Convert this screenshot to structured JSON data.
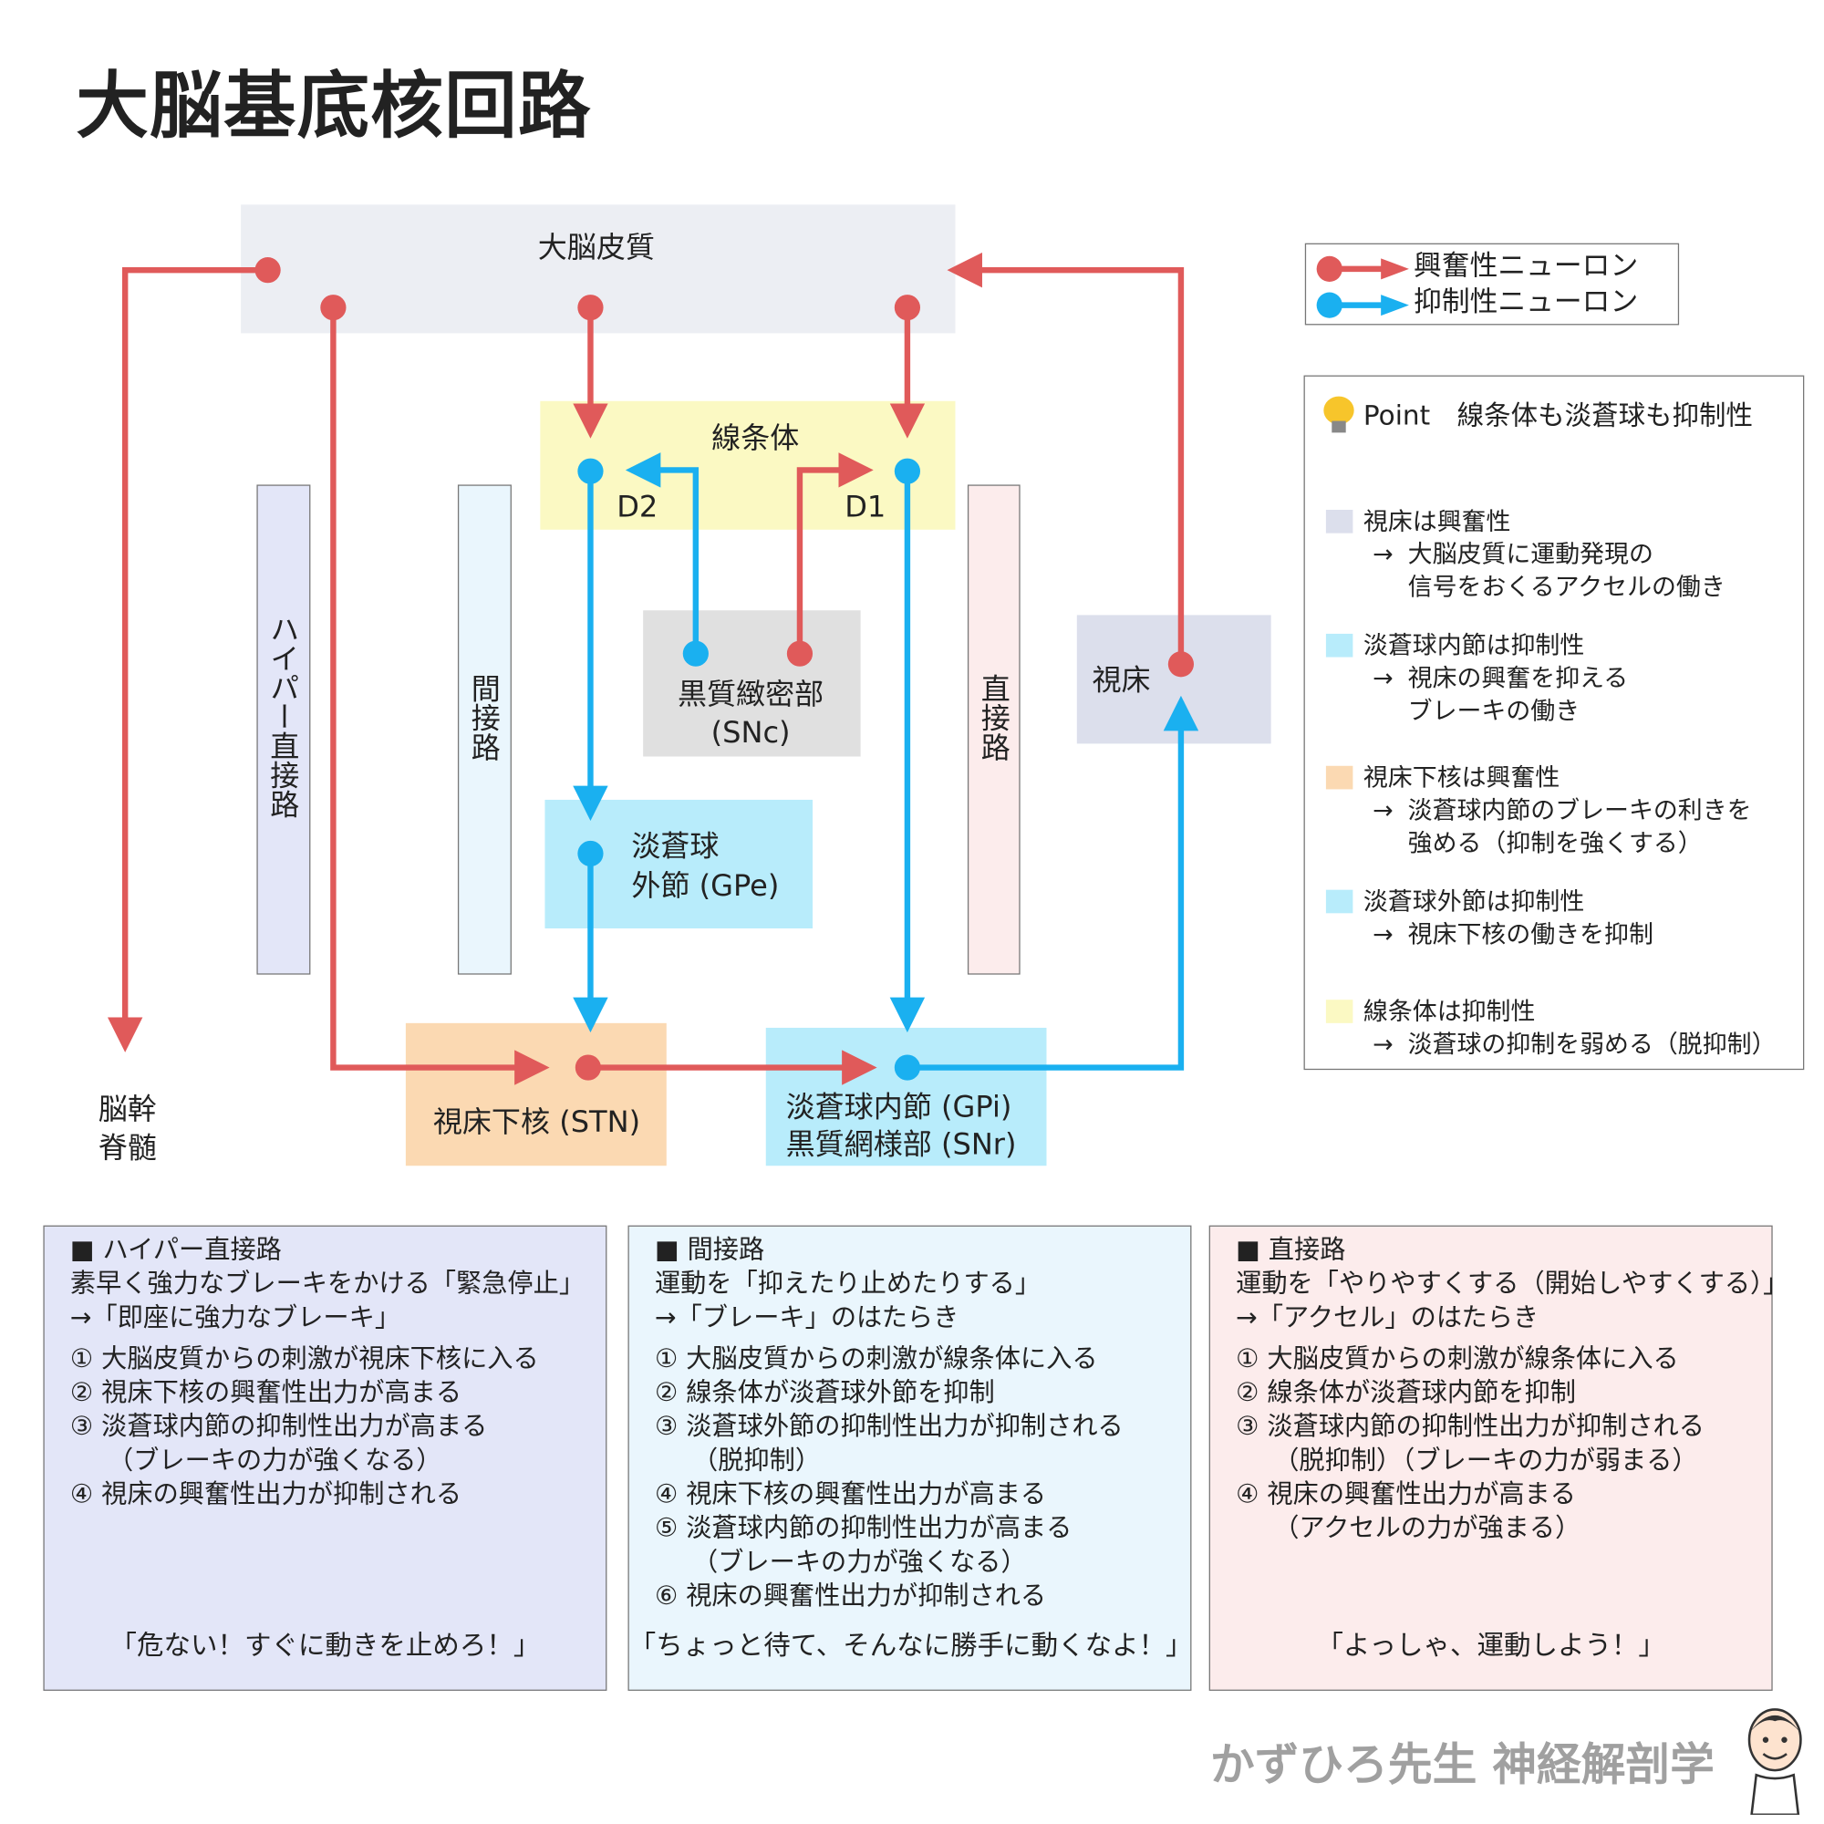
{
  "title": "大脳基底核回路",
  "diagram": {
    "cortex": "大脳皮質",
    "striatum": "線条体",
    "d2": "D2",
    "d1": "D1",
    "snc_line1": "黒質緻密部",
    "snc_line2": "(SNc)",
    "gpe_line1": "淡蒼球",
    "gpe_line2": "外節 (GPe)",
    "thalamus": "視床",
    "stn": "視床下核 (STN)",
    "gpi_line1": "淡蒼球内節 (GPi)",
    "gpi_line2": "黒質網様部 (SNr)",
    "brainstem_line1": "脳幹",
    "brainstem_line2": "脊髄",
    "hyper_direct_label": "ハイパー直接路",
    "indirect_label": "間接路",
    "direct_label": "直接路"
  },
  "legend": {
    "excitatory": "興奮性ニューロン",
    "inhibitory": "抑制性ニューロン"
  },
  "point": {
    "head": "Point　線条体も淡蒼球も抑制性",
    "items": [
      {
        "title": "視床は興奮性",
        "arrow": "→",
        "line1": "大脳皮質に運動発現の",
        "line2": "信号をおくるアクセルの働き",
        "color": "#dcdfec"
      },
      {
        "title": "淡蒼球内節は抑制性",
        "arrow": "→",
        "line1": "視床の興奮を抑える",
        "line2": "ブレーキの働き",
        "color": "#b8ecfb"
      },
      {
        "title": "視床下核は興奮性",
        "arrow": "→",
        "line1": "淡蒼球内節のブレーキの利きを",
        "line2": "強める（抑制を強くする）",
        "color": "#fbd9b2"
      },
      {
        "title": "淡蒼球外節は抑制性",
        "arrow": "→",
        "line1": "視床下核の働きを抑制",
        "color": "#b8ecfb"
      },
      {
        "title": "線条体は抑制性",
        "arrow": "→",
        "line1": "淡蒼球の抑制を弱める（脱抑制）",
        "color": "#fbf9c3"
      }
    ]
  },
  "panels": {
    "hyper": {
      "head": "■ ハイパー直接路",
      "desc1": "素早く強力なブレーキをかける「緊急停止」",
      "desc2": " →「即座に強力なブレーキ」",
      "steps": [
        "① 大脳皮質からの刺激が視床下核に入る",
        "② 視床下核の興奮性出力が高まる",
        "③ 淡蒼球内節の抑制性出力が高まる",
        "（ブレーキの力が強くなる）",
        "④ 視床の興奮性出力が抑制される"
      ],
      "quote": "「危ない！すぐに動きを止めろ！」"
    },
    "indirect": {
      "head": "■ 間接路",
      "desc1": "運動を「抑えたり止めたりする」",
      "desc2": "→「ブレーキ」のはたらき",
      "steps": [
        "① 大脳皮質からの刺激が線条体に入る",
        "② 線条体が淡蒼球外節を抑制",
        "③ 淡蒼球外節の抑制性出力が抑制される",
        "（脱抑制）",
        "④ 視床下核の興奮性出力が高まる",
        "⑤ 淡蒼球内節の抑制性出力が高まる",
        "（ブレーキの力が強くなる）",
        "⑥ 視床の興奮性出力が抑制される"
      ],
      "quote": "「ちょっと待て、そんなに勝手に動くなよ！」"
    },
    "direct": {
      "head": "■ 直接路",
      "desc1": "運動を「やりやすくする（開始しやすくする）」",
      "desc2": "→「アクセル」のはたらき",
      "steps": [
        "① 大脳皮質からの刺激が線条体に入る",
        "② 線条体が淡蒼球内節を抑制",
        "③ 淡蒼球内節の抑制性出力が抑制される",
        "（脱抑制）（ブレーキの力が弱まる）",
        "④ 視床の興奮性出力が高まる",
        "（アクセルの力が強まる）"
      ],
      "quote": "「よっしゃ、運動しよう！」"
    }
  },
  "footer": "かずひろ先生 神経解剖学",
  "colors": {
    "excitatory": "#e05a5a",
    "inhibitory": "#1ab0f0"
  }
}
